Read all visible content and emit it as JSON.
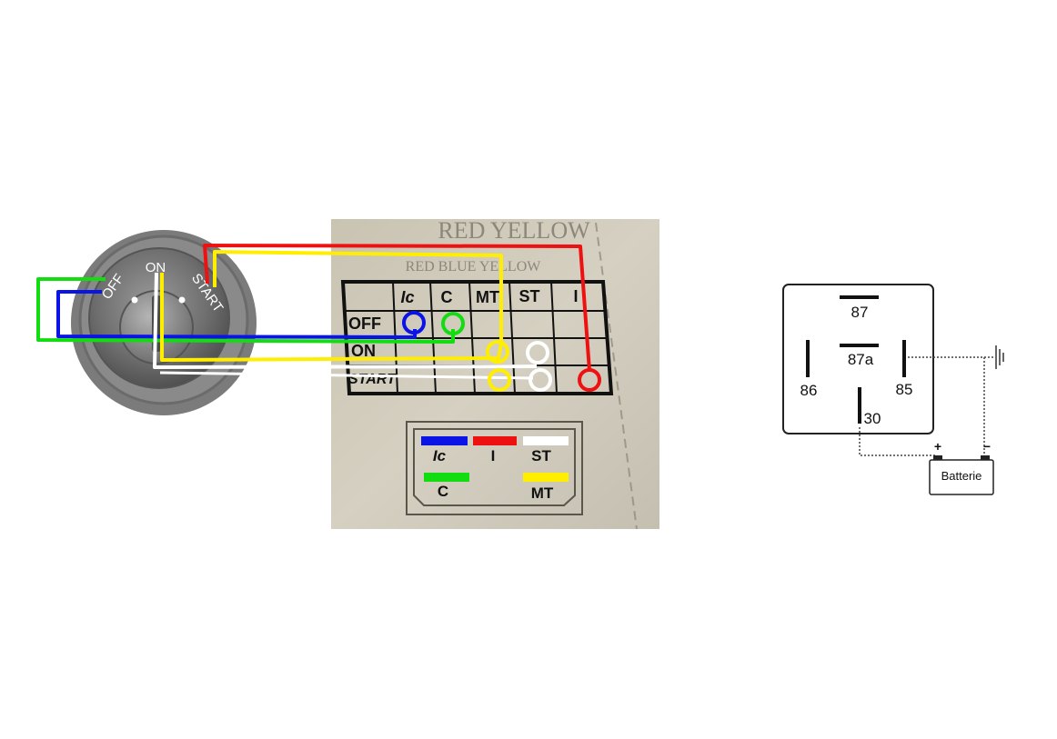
{
  "switch": {
    "positions": {
      "off": "OFF",
      "on": "ON",
      "start": "START"
    }
  },
  "chart": {
    "faded_header_top": "RED YELLOW",
    "faded_header_sub": "RED BLUE  YELLOW",
    "columns": [
      "Ic",
      "C",
      "MT",
      "ST",
      "I"
    ],
    "rows": [
      "OFF",
      "ON",
      "START"
    ]
  },
  "legend": {
    "items": [
      {
        "label": "Ic",
        "color": "#0a14e6"
      },
      {
        "label": "I",
        "color": "#ee1111"
      },
      {
        "label": "ST",
        "color": "#ffffff"
      },
      {
        "label": "C",
        "color": "#11dd11"
      },
      {
        "label": "MT",
        "color": "#ffee00"
      }
    ]
  },
  "wire_colors": {
    "blue": "#0a14e6",
    "green": "#11dd11",
    "red": "#ee1111",
    "yellow": "#ffee00",
    "white": "#ffffff"
  },
  "relay": {
    "pins": {
      "p87": "87",
      "p87a": "87a",
      "p86": "86",
      "p85": "85",
      "p30": "30"
    },
    "battery_label": "Batterie",
    "battery_plus": "+",
    "battery_minus": "−"
  }
}
